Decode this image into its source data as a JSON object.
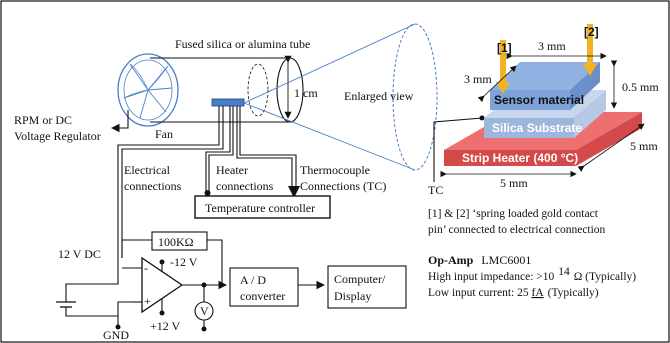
{
  "colors": {
    "heater": "#ee6f6f",
    "heater_dark": "#d44a4a",
    "substrate_top": "#c9d7ee",
    "substrate_front": "#b7c8e6",
    "sensor_top": "#8fb2e2",
    "sensor_front": "#7ea3d8",
    "sensor_side": "#6b8fc8",
    "pin_orange": "#f2b322",
    "fan_blue": "#4a7fc8"
  },
  "labels": {
    "tube": "Fused silica or alumina tube",
    "tube_diameter": "1 cm",
    "fan": "Fan",
    "rpm_line1": "RPM or DC",
    "rpm_line2": "Voltage Regulator",
    "electrical_line1": "Electrical",
    "electrical_line2": "connections",
    "heater_line1": "Heater",
    "heater_line2": "connections",
    "thermo_line1": "Thermocouple",
    "thermo_line2": "Connections (TC)",
    "temp_controller": "Temperature controller",
    "enlarged_view": "Enlarged view",
    "tc": "TC",
    "pin1": "[1]",
    "pin2": "[2]",
    "dim_3mm_top": "3 mm",
    "dim_3mm_left": "3 mm",
    "dim_05mm": "0.5 mm",
    "dim_5mm_right": "5 mm",
    "dim_5mm_bottom": "5 mm",
    "sensor_material": "Sensor material",
    "silica_substrate": "Silica Substrate",
    "strip_heater": "Strip Heater (400 °C)",
    "pins_note_line1": "[1] & [2] ‘spring loaded gold contact",
    "pins_note_line2": "pin’ connected to electrical connection",
    "resistor": "100KΩ",
    "dc_12v": "12 V DC",
    "neg_12v": "-12 V",
    "pos_12v": "+12 V",
    "minus_sign": "-",
    "plus_sign": "+",
    "gnd": "GND",
    "voltmeter": "V",
    "adc_line1": "A / D",
    "adc_line2": "converter",
    "computer_line1": "Computer/",
    "computer_line2": "Display",
    "opamp_title": "Op-Amp",
    "opamp_model": "LMC6001",
    "impedance_text": "High input impedance: >10",
    "impedance_exp": "14",
    "impedance_unit": "Ω (Typically)",
    "current_prefix": "Low input current: 25 ",
    "current_unit": "fA",
    "current_suffix": " (Typically)"
  }
}
